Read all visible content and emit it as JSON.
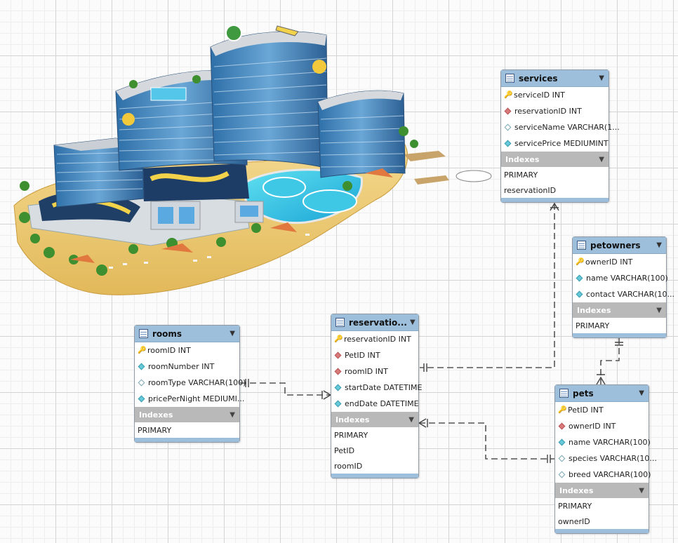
{
  "colors": {
    "header": "#9dbfdc",
    "indexes_header": "#b9b9b9",
    "pk_icon": "#d8b000",
    "fk_icon": "#d77a7a",
    "column_icon": "#66c8d8"
  },
  "illustration": {
    "icon": "beach-resort-hotel-illustration"
  },
  "tables": {
    "services": {
      "title": "services",
      "columns": [
        {
          "text": "serviceID INT",
          "kind": "pk"
        },
        {
          "text": "reservationID INT",
          "kind": "fk"
        },
        {
          "text": "serviceName VARCHAR(1...",
          "kind": "col"
        },
        {
          "text": "servicePrice MEDIUMINT",
          "kind": "nn"
        }
      ],
      "indexes_label": "Indexes",
      "indexes": [
        "PRIMARY",
        "reservationID"
      ]
    },
    "petowners": {
      "title": "petowners",
      "columns": [
        {
          "text": "ownerID INT",
          "kind": "pk"
        },
        {
          "text": "name VARCHAR(100)",
          "kind": "nn"
        },
        {
          "text": "contact VARCHAR(10...",
          "kind": "nn"
        }
      ],
      "indexes_label": "Indexes",
      "indexes": [
        "PRIMARY"
      ]
    },
    "rooms": {
      "title": "rooms",
      "columns": [
        {
          "text": "roomID INT",
          "kind": "pk"
        },
        {
          "text": "roomNumber INT",
          "kind": "nn"
        },
        {
          "text": "roomType VARCHAR(100)",
          "kind": "col"
        },
        {
          "text": "pricePerNight MEDIUMI...",
          "kind": "nn"
        }
      ],
      "indexes_label": "Indexes",
      "indexes": [
        "PRIMARY"
      ]
    },
    "reservations": {
      "title": "reservatio...",
      "columns": [
        {
          "text": "reservationID INT",
          "kind": "pk"
        },
        {
          "text": "PetID INT",
          "kind": "fk"
        },
        {
          "text": "roomID INT",
          "kind": "fk"
        },
        {
          "text": "startDate DATETIME",
          "kind": "nn"
        },
        {
          "text": "endDate DATETIME",
          "kind": "nn"
        }
      ],
      "indexes_label": "Indexes",
      "indexes": [
        "PRIMARY",
        "PetID",
        "roomID"
      ]
    },
    "pets": {
      "title": "pets",
      "columns": [
        {
          "text": "PetID INT",
          "kind": "pk"
        },
        {
          "text": "ownerID INT",
          "kind": "fk"
        },
        {
          "text": "name VARCHAR(100)",
          "kind": "nn"
        },
        {
          "text": "species VARCHAR(10...",
          "kind": "col"
        },
        {
          "text": "breed VARCHAR(100)",
          "kind": "col"
        }
      ],
      "indexes_label": "Indexes",
      "indexes": [
        "PRIMARY",
        "ownerID"
      ]
    }
  }
}
